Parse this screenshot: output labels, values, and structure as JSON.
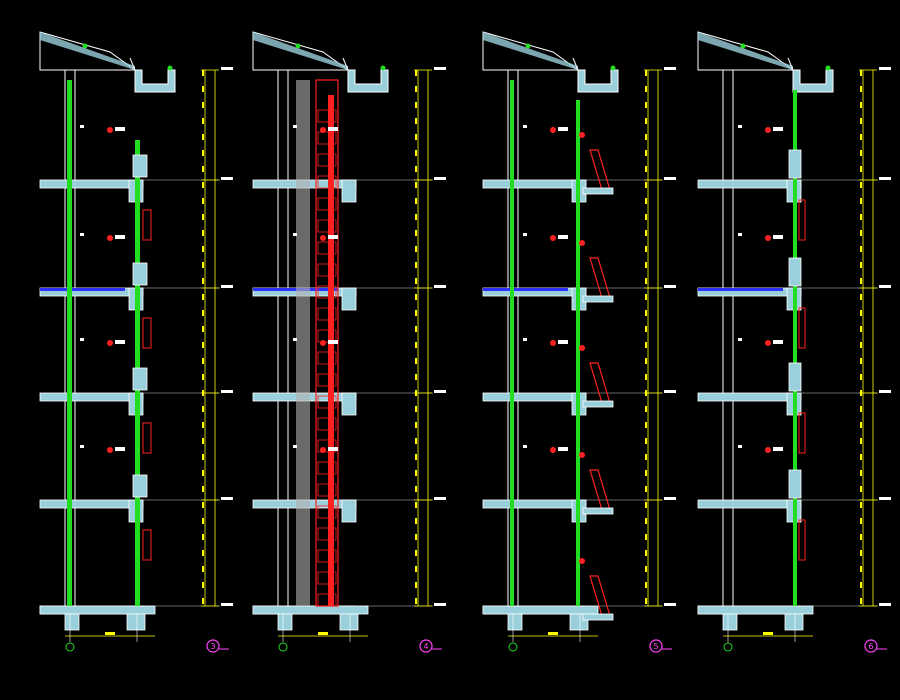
{
  "drawing": {
    "background": "#000000",
    "colors": {
      "concrete_outline": "#ffffff",
      "concrete_fill": "#7fb8c4",
      "slab_hatch": "#9ad0dc",
      "blue_slab": "#3030ff",
      "glazing_green": "#22dd22",
      "wall_green": "#44ff44",
      "red_frame": "#ff2020",
      "yellow_dims": "#ffff00",
      "gridline": "#ffffff",
      "magenta_tag": "#ff44ff",
      "gray_wall": "#b0b0b0"
    },
    "sections": [
      {
        "id": "3",
        "label": "3",
        "variant": "green-glazing"
      },
      {
        "id": "4",
        "label": "4",
        "variant": "red-louvers"
      },
      {
        "id": "5",
        "label": "5",
        "variant": "sloped-fins"
      },
      {
        "id": "6",
        "label": "6",
        "variant": "thin-glazing"
      }
    ],
    "floors": 5,
    "icons": [
      "grid-bubble-icon",
      "section-tag-icon"
    ]
  }
}
